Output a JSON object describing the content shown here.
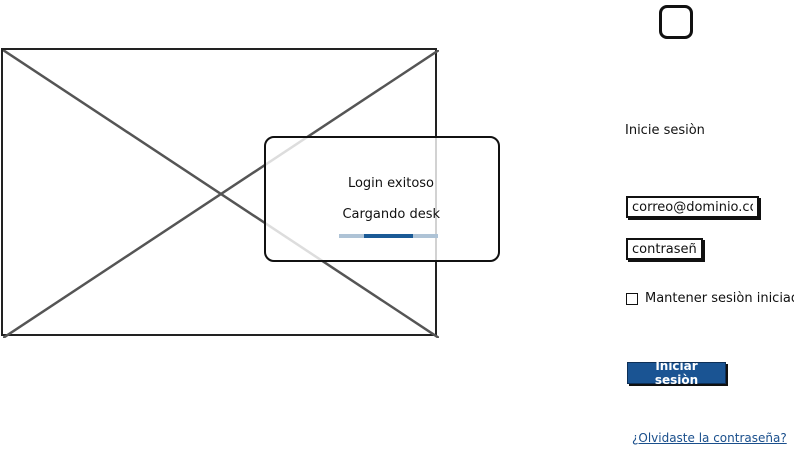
{
  "modal": {
    "title": "Login exitoso",
    "loading_text": "Cargando desk",
    "progress_percent": 50
  },
  "login": {
    "heading": "Inicie sesiòn",
    "email_value": "correo@dominio.com",
    "password_value": "contraseña",
    "remember_label": "Mantener sesiòn iniciada",
    "remember_checked": false,
    "submit_label": "Iniciar sesiòn",
    "forgot_link": "¿Olvidaste la contraseña?"
  },
  "colors": {
    "button": "#1a5493",
    "progress": "#1a5a96",
    "link": "#1a4f8c"
  },
  "icons": {
    "logo": "app-logo-icon",
    "placeholder": "image-placeholder-icon"
  }
}
